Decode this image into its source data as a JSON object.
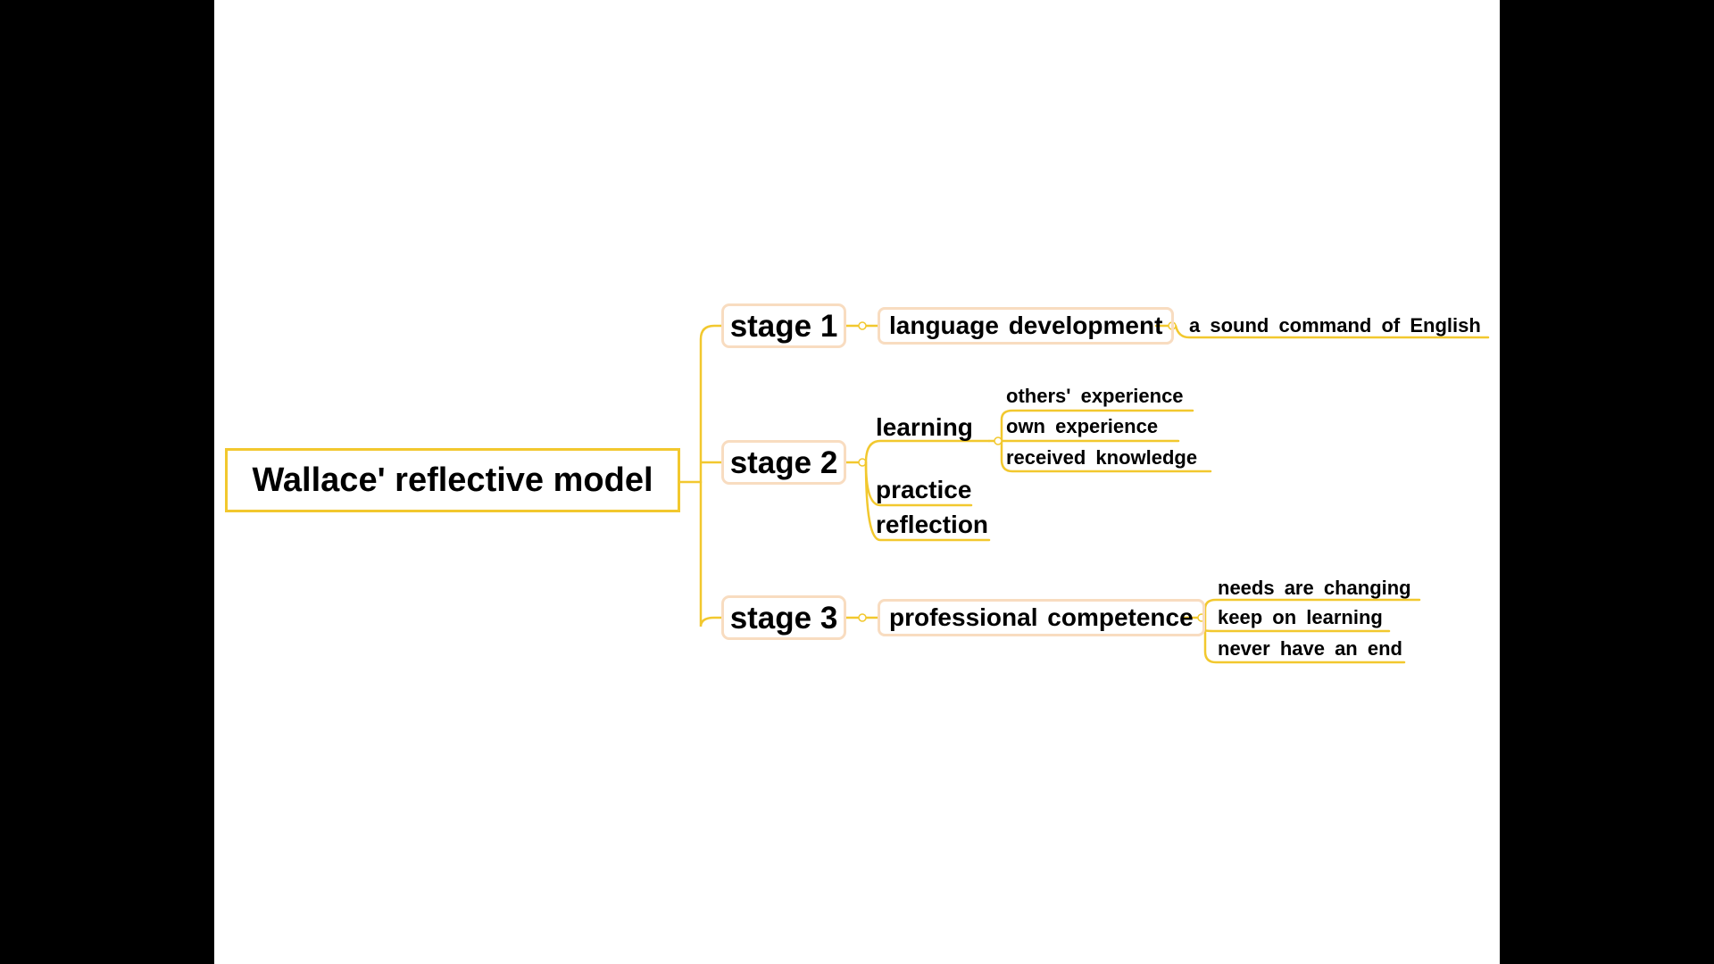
{
  "diagram": {
    "root": "Wallace' reflective model",
    "stage1": {
      "label": "stage 1",
      "child": "language development",
      "leaf": "a sound command of English"
    },
    "stage2": {
      "label": "stage 2",
      "learning": "learning",
      "learning_children": [
        "others' experience",
        "own experience",
        "received knowledge"
      ],
      "practice": "practice",
      "reflection": "reflection"
    },
    "stage3": {
      "label": "stage 3",
      "child": "professional competence",
      "leaves": [
        "needs are changing",
        "keep on learning",
        "never have an end"
      ]
    }
  },
  "colors": {
    "branch": "#f2c82e",
    "node_border": "#f8dcc0",
    "slide_background": "#ffffff",
    "letterbox": "#000000"
  }
}
